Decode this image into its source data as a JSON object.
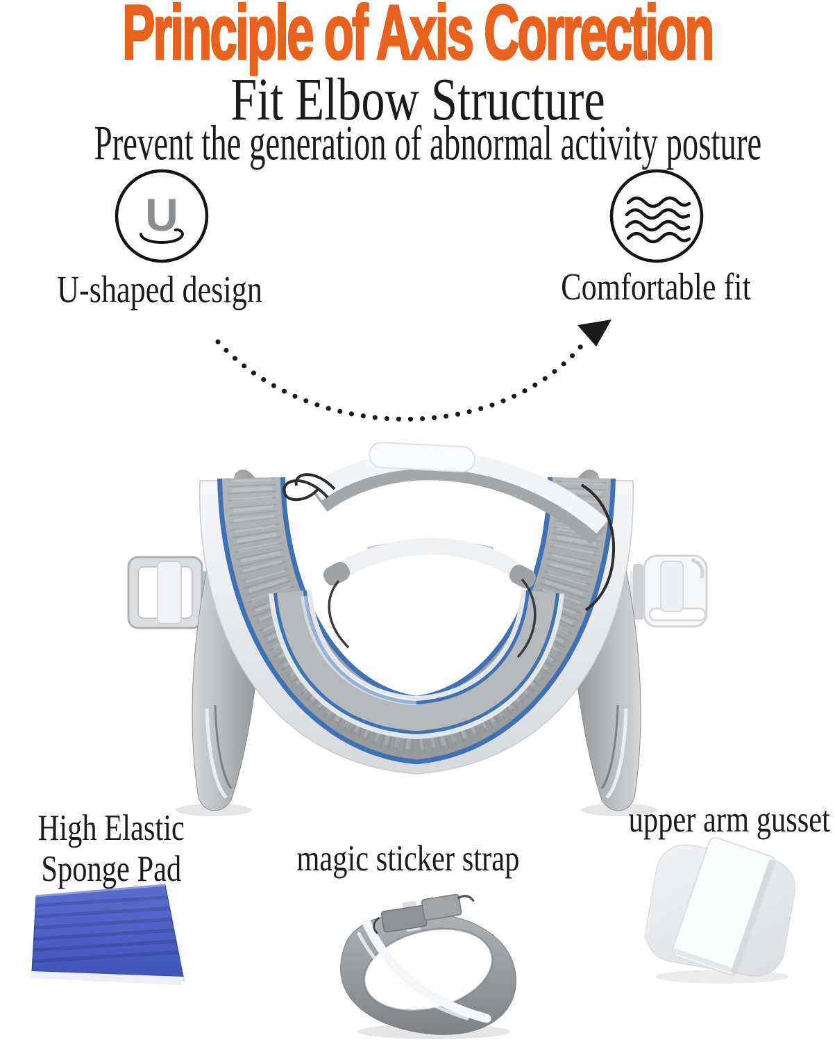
{
  "header": {
    "title": "Principle of Axis Correction",
    "subtitle": "Fit Elbow Structure",
    "tagline": "Prevent the generation of abnormal activity posture"
  },
  "features": [
    {
      "label": "U-shaped design",
      "icon": "u-shape-icon",
      "glyph": "U"
    },
    {
      "label": "Comfortable fit",
      "icon": "waves-icon"
    }
  ],
  "parts": [
    {
      "label_line1": "High Elastic",
      "label_line2": "Sponge Pad"
    },
    {
      "label": "magic sticker strap"
    },
    {
      "label": "upper arm gusset"
    }
  ],
  "colors": {
    "accent_orange": "#e8611d",
    "trim_blue": "#3f72b4",
    "sponge_pad_blue": "#4a5cc0"
  }
}
